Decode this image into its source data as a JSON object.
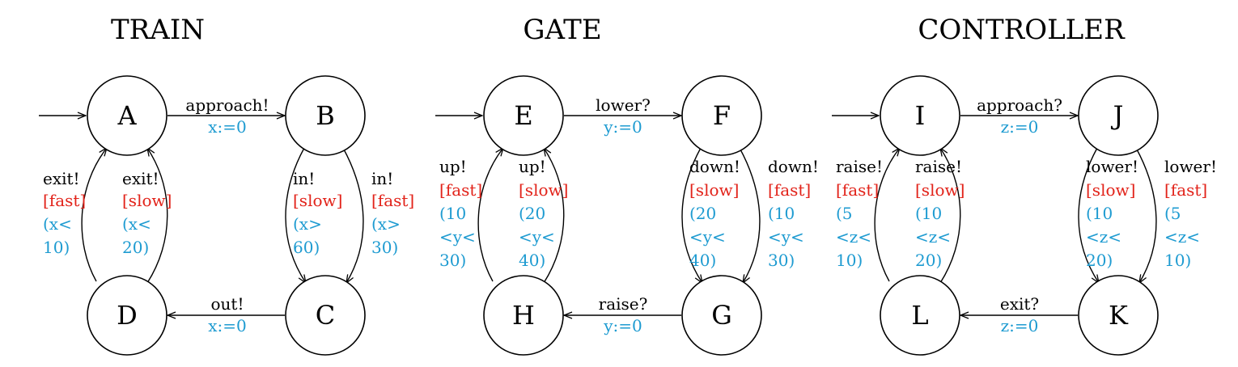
{
  "automata": [
    {
      "title": "TRAIN",
      "states": [
        "A",
        "B",
        "C",
        "D"
      ],
      "top": {
        "action": "approach!",
        "reset": "x:=0"
      },
      "bottom": {
        "action": "out!",
        "reset": "x:=0"
      },
      "left_outer": {
        "action": "exit!",
        "guard": "[fast]",
        "c1": "(x<",
        "c2": "10)",
        "c3": ""
      },
      "left_inner": {
        "action": "exit!",
        "guard": "[slow]",
        "c1": "(x<",
        "c2": "20)",
        "c3": ""
      },
      "right_inner": {
        "action": "in!",
        "guard": "[slow]",
        "c1": "(x>",
        "c2": "60)",
        "c3": ""
      },
      "right_outer": {
        "action": "in!",
        "guard": "[fast]",
        "c1": "(x>",
        "c2": "30)",
        "c3": ""
      }
    },
    {
      "title": "GATE",
      "states": [
        "E",
        "F",
        "G",
        "H"
      ],
      "top": {
        "action": "lower?",
        "reset": "y:=0"
      },
      "bottom": {
        "action": "raise?",
        "reset": "y:=0"
      },
      "left_outer": {
        "action": "up!",
        "guard": "[fast]",
        "c1": "(10",
        "c2": "<y<",
        "c3": "30)"
      },
      "left_inner": {
        "action": "up!",
        "guard": "[slow]",
        "c1": "(20",
        "c2": "<y<",
        "c3": "40)"
      },
      "right_inner": {
        "action": "down!",
        "guard": "[slow]",
        "c1": "(20",
        "c2": "<y<",
        "c3": "40)"
      },
      "right_outer": {
        "action": "down!",
        "guard": "[fast]",
        "c1": "(10",
        "c2": "<y<",
        "c3": "30)"
      }
    },
    {
      "title": "CONTROLLER",
      "states": [
        "I",
        "J",
        "K",
        "L"
      ],
      "top": {
        "action": "approach?",
        "reset": "z:=0"
      },
      "bottom": {
        "action": "exit?",
        "reset": "z:=0"
      },
      "left_outer": {
        "action": "raise!",
        "guard": "[fast]",
        "c1": "(5",
        "c2": "<z<",
        "c3": "10)"
      },
      "left_inner": {
        "action": "raise!",
        "guard": "[slow]",
        "c1": "(10",
        "c2": "<z<",
        "c3": "20)"
      },
      "right_inner": {
        "action": "lower!",
        "guard": "[slow]",
        "c1": "(10",
        "c2": "<z<",
        "c3": "20)"
      },
      "right_outer": {
        "action": "lower!",
        "guard": "[fast]",
        "c1": "(5",
        "c2": "<z<",
        "c3": "10)"
      }
    }
  ]
}
